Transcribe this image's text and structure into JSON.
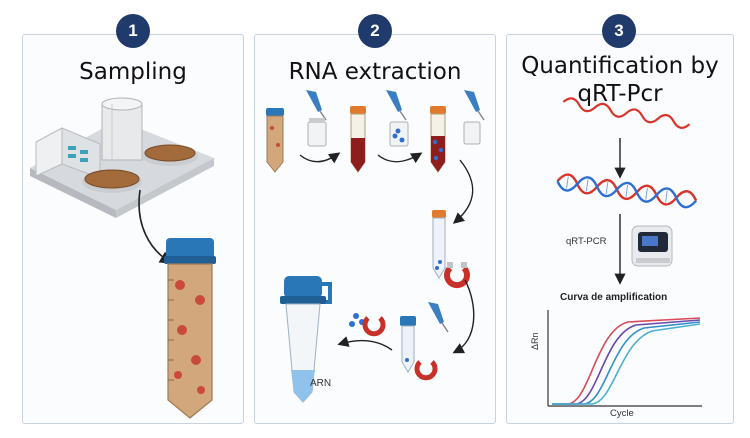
{
  "steps": [
    {
      "number": "1",
      "title": "Sampling"
    },
    {
      "number": "2",
      "title": "RNA extraction"
    },
    {
      "number": "3",
      "title_line1": "Quantification by",
      "title_line2": "qRT-Pcr"
    }
  ],
  "labels": {
    "arn": "ARN",
    "qrtpcr": "qRT-PCR",
    "curve_title": "Curva de amplification",
    "y_axis": "ΔRn",
    "x_axis": "Cycle"
  },
  "colors": {
    "badge": "#1f3a6b",
    "panel_border": "#c8d3e0",
    "rna": "#d9342b",
    "dna_blue": "#2f6fd1",
    "tube_cap": "#2a77b8"
  },
  "icons": [
    "treatment-plant-icon",
    "sample-tube-icon",
    "pipette-icon",
    "vial-icon",
    "magnet-icon",
    "qpcr-machine-icon",
    "rna-strand-icon",
    "dna-helix-icon"
  ]
}
